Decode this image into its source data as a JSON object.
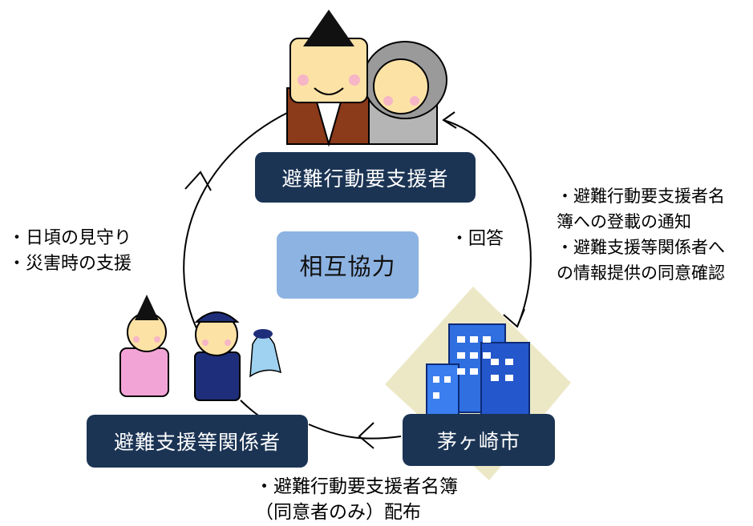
{
  "center": {
    "label": "相互協力"
  },
  "nodes": {
    "top": {
      "label": "避難行動要支援者"
    },
    "right": {
      "label": "茅ヶ崎市"
    },
    "left": {
      "label": "避難支援等関係者"
    }
  },
  "notes": {
    "left": [
      "・日頃の見守り",
      "・災害時の支援"
    ],
    "middle": "・回答",
    "right": [
      "・避難行動要支援者名",
      "簿への登載の通知",
      "・避難支援等関係者へ",
      "の情報提供の同意確認"
    ],
    "bottom": [
      "・避難行動要支援者名簿",
      "（同意者のみ）配布"
    ]
  }
}
